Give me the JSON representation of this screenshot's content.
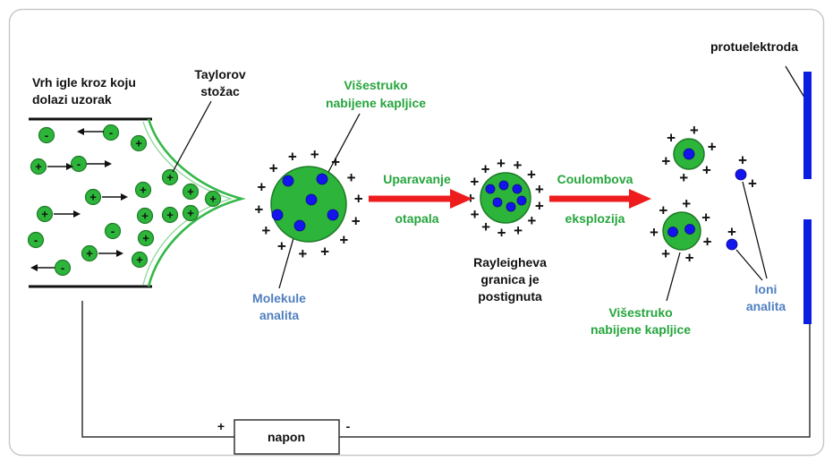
{
  "labels": {
    "needle": [
      "Vrh igle kroz koju",
      "dolazi uzorak"
    ],
    "taylor": [
      "Taylorov",
      "stožac"
    ],
    "droplets_top": [
      "Višestruko",
      "nabijene kapljice"
    ],
    "molecules": [
      "Molekule",
      "analita"
    ],
    "step1": {
      "top": "Uparavanje",
      "bottom": "otapala"
    },
    "rayleigh": [
      "Rayleigheva",
      "granica je",
      "postignuta"
    ],
    "step2": {
      "top": "Coulombova",
      "bottom": "eksplozija"
    },
    "droplets_bottom": [
      "Višestruko",
      "nabijene kapljice"
    ],
    "ions": [
      "Ioni",
      "analita"
    ],
    "electrode": "protuelektroda",
    "voltage": "napon",
    "plus_terminal": "+",
    "minus_terminal": "-"
  },
  "symbols": {
    "plus": "+",
    "minus": "-"
  },
  "colors": {
    "green_text": "#25a53c",
    "blue_text": "#4f7fc0",
    "droplet_green": "#2db43a",
    "cone_green": "#35b84a",
    "ion_blue": "#1414ee",
    "arrow_red": "#ee1c1c",
    "electrode_blue": "#0a1ee0"
  }
}
